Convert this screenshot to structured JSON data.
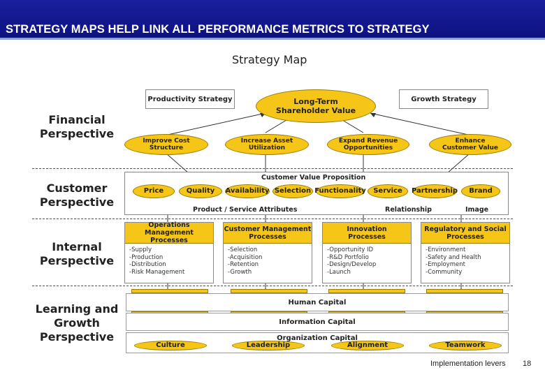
{
  "header": {
    "title": "STRATEGY MAPS HELP LINK ALL PERFORMANCE METRICS TO STRATEGY"
  },
  "diagram": {
    "title": "Strategy Map",
    "perspectives": [
      "Financial Perspective",
      "Customer Perspective",
      "Internal Perspective",
      "Learning and Growth Perspective"
    ],
    "financial": {
      "productivity": "Productivity Strategy",
      "growth": "Growth Strategy",
      "top": [
        "Long-Term",
        "Shareholder Value"
      ],
      "ovals": [
        [
          "Improve Cost",
          "Structure"
        ],
        [
          "Increase Asset",
          "Utilization"
        ],
        [
          "Expand Revenue",
          "Opportunities"
        ],
        [
          "Enhance",
          "Customer Value"
        ]
      ]
    },
    "customer": {
      "proposition": "Customer Value Proposition",
      "attributes": [
        "Price",
        "Quality",
        "Availability",
        "Selection",
        "Functionality",
        "Service",
        "Partnership",
        "Brand"
      ],
      "groups": [
        "Product / Service Attributes",
        "Relationship",
        "Image"
      ]
    },
    "internal": [
      {
        "title": [
          "Operations Management",
          "Processes"
        ],
        "items": [
          "-Supply",
          "-Production",
          "-Distribution",
          "-Risk Management"
        ]
      },
      {
        "title": [
          "Customer Management",
          "Processes"
        ],
        "items": [
          "-Selection",
          "-Acquisition",
          "-Retention",
          "-Growth"
        ]
      },
      {
        "title": [
          "Innovation",
          "Processes"
        ],
        "items": [
          "-Opportunity ID",
          "-R&D Portfolio",
          "-Design/Develop",
          "-Launch"
        ]
      },
      {
        "title": [
          "Regulatory and Social",
          "Processes"
        ],
        "items": [
          "-Environment",
          "-Safety and Health",
          "-Employment",
          "-Community"
        ]
      }
    ],
    "learning": {
      "capitals": [
        "Human Capital",
        "Information Capital",
        "Organization Capital"
      ],
      "culture_items": [
        "Culture",
        "Leadership",
        "Alignment",
        "Teamwork"
      ]
    }
  },
  "footer": {
    "label": "Implementation levers",
    "page": "18"
  },
  "colors": {
    "header": "#1418a0",
    "accent": "#f5c518"
  }
}
